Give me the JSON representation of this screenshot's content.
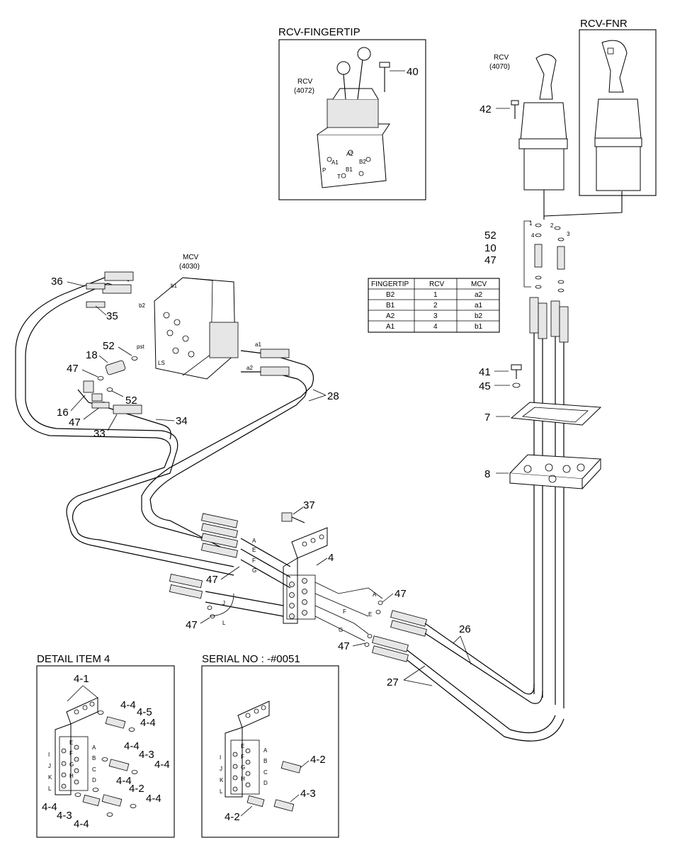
{
  "boxes": {
    "fingertip_title": "RCV-FINGERTIP",
    "fnr_title": "RCV-FNR",
    "detail_title": "DETAIL ITEM 4",
    "serial_title": "SERIAL NO : -#0051"
  },
  "components": {
    "rcv_4072": [
      "RCV",
      "(4072)"
    ],
    "rcv_4070": [
      "RCV",
      "(4070)"
    ],
    "mcv_4030": [
      "MCV",
      "(4030)"
    ]
  },
  "table": {
    "headers": [
      "FINGERTIP",
      "RCV",
      "MCV"
    ],
    "rows": [
      [
        "B2",
        "1",
        "a2"
      ],
      [
        "B1",
        "2",
        "a1"
      ],
      [
        "A2",
        "3",
        "b2"
      ],
      [
        "A1",
        "4",
        "b1"
      ]
    ]
  },
  "callouts": {
    "c40": "40",
    "c42": "42",
    "c52a": "52",
    "c10": "10",
    "c47a": "47",
    "c36": "36",
    "c35": "35",
    "c52b": "52",
    "c18": "18",
    "c47b": "47",
    "c52c": "52",
    "c16": "16",
    "c47c": "47",
    "c33": "33",
    "c34": "34",
    "c28": "28",
    "c41": "41",
    "c45": "45",
    "c7": "7",
    "c8": "8",
    "c37": "37",
    "c4": "4",
    "c47d": "47",
    "c47e": "47",
    "c47f": "47",
    "c47g": "47",
    "c26": "26",
    "c27": "27"
  },
  "ports": {
    "fingertip": [
      "A2",
      "A1",
      "B2",
      "B1",
      "P",
      "T"
    ],
    "rcv_ports": [
      "1",
      "2",
      "3",
      "4"
    ],
    "mcv": [
      "b1",
      "b2",
      "pst",
      "LS",
      "a1",
      "a2"
    ],
    "block": [
      "A",
      "E",
      "F",
      "G",
      "J",
      "L"
    ],
    "far": [
      "A",
      "E",
      "F",
      "G"
    ]
  },
  "detail": {
    "callouts": [
      "4-1",
      "4-4",
      "4-5",
      "4-4",
      "4-4",
      "4-3",
      "4-4",
      "4-4",
      "4-2",
      "4-4",
      "4-4",
      "4-3",
      "4-4"
    ],
    "ports_left": [
      "I",
      "J",
      "K",
      "L"
    ],
    "ports_mid": [
      "E",
      "F",
      "G",
      "H"
    ],
    "ports_right": [
      "A",
      "B",
      "C",
      "D"
    ]
  },
  "serial": {
    "callouts": [
      "4-2",
      "4-3",
      "4-2"
    ],
    "ports_left": [
      "I",
      "J",
      "K",
      "L"
    ],
    "ports_mid": [
      "E",
      "F",
      "G",
      "H"
    ],
    "ports_right": [
      "A",
      "B",
      "C",
      "D"
    ]
  },
  "icons": [
    "leader-line",
    "hose",
    "fitting",
    "o-ring",
    "joystick",
    "valve-block",
    "bracket",
    "bolt"
  ]
}
